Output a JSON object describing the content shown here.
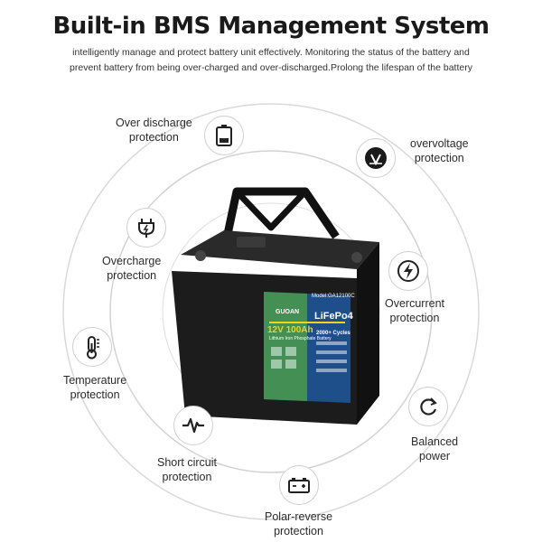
{
  "title": "Built-in BMS Management System",
  "subtitle": "intelligently manage and protect battery unit effectively. Monitoring the status of the battery and prevent battery from being over-charged and over-discharged.Prolong the lifespan of the battery",
  "features": {
    "over_discharge": {
      "line1": "Over discharge",
      "line2": "protection",
      "icon": "battery-icon"
    },
    "overvoltage": {
      "line1": "overvoltage",
      "line2": "protection",
      "icon": "voltage-warning-icon"
    },
    "overcharge": {
      "line1": "Overcharge",
      "line2": "protection",
      "icon": "plug-charge-icon"
    },
    "overcurrent": {
      "line1": "Overcurrent",
      "line2": "protection",
      "icon": "lightning-icon"
    },
    "temperature": {
      "line1": "Temperature",
      "line2": "protection",
      "icon": "thermometer-icon"
    },
    "balanced": {
      "line1": "Balanced",
      "line2": "power",
      "icon": "cycle-arrows-icon"
    },
    "short_circuit": {
      "line1": "Short circuit",
      "line2": "protection",
      "icon": "pulse-icon"
    },
    "polar_reverse": {
      "line1": "Polar-reverse",
      "line2": "protection",
      "icon": "battery-terminals-icon"
    }
  },
  "battery_label": {
    "brand": "GUOAN",
    "model": "Model:GA12100C",
    "voltage_capacity": "12V 100Ah",
    "chemistry": "LiFePo4",
    "type": "Lithium Iron Phosphate Battery",
    "cycles": "2000+ Cycles"
  },
  "colors": {
    "body": "#1c1c1c",
    "label_green": "#6fbf3a",
    "label_blue": "#1f4f8a",
    "accent_yellow": "#f2d21b"
  }
}
